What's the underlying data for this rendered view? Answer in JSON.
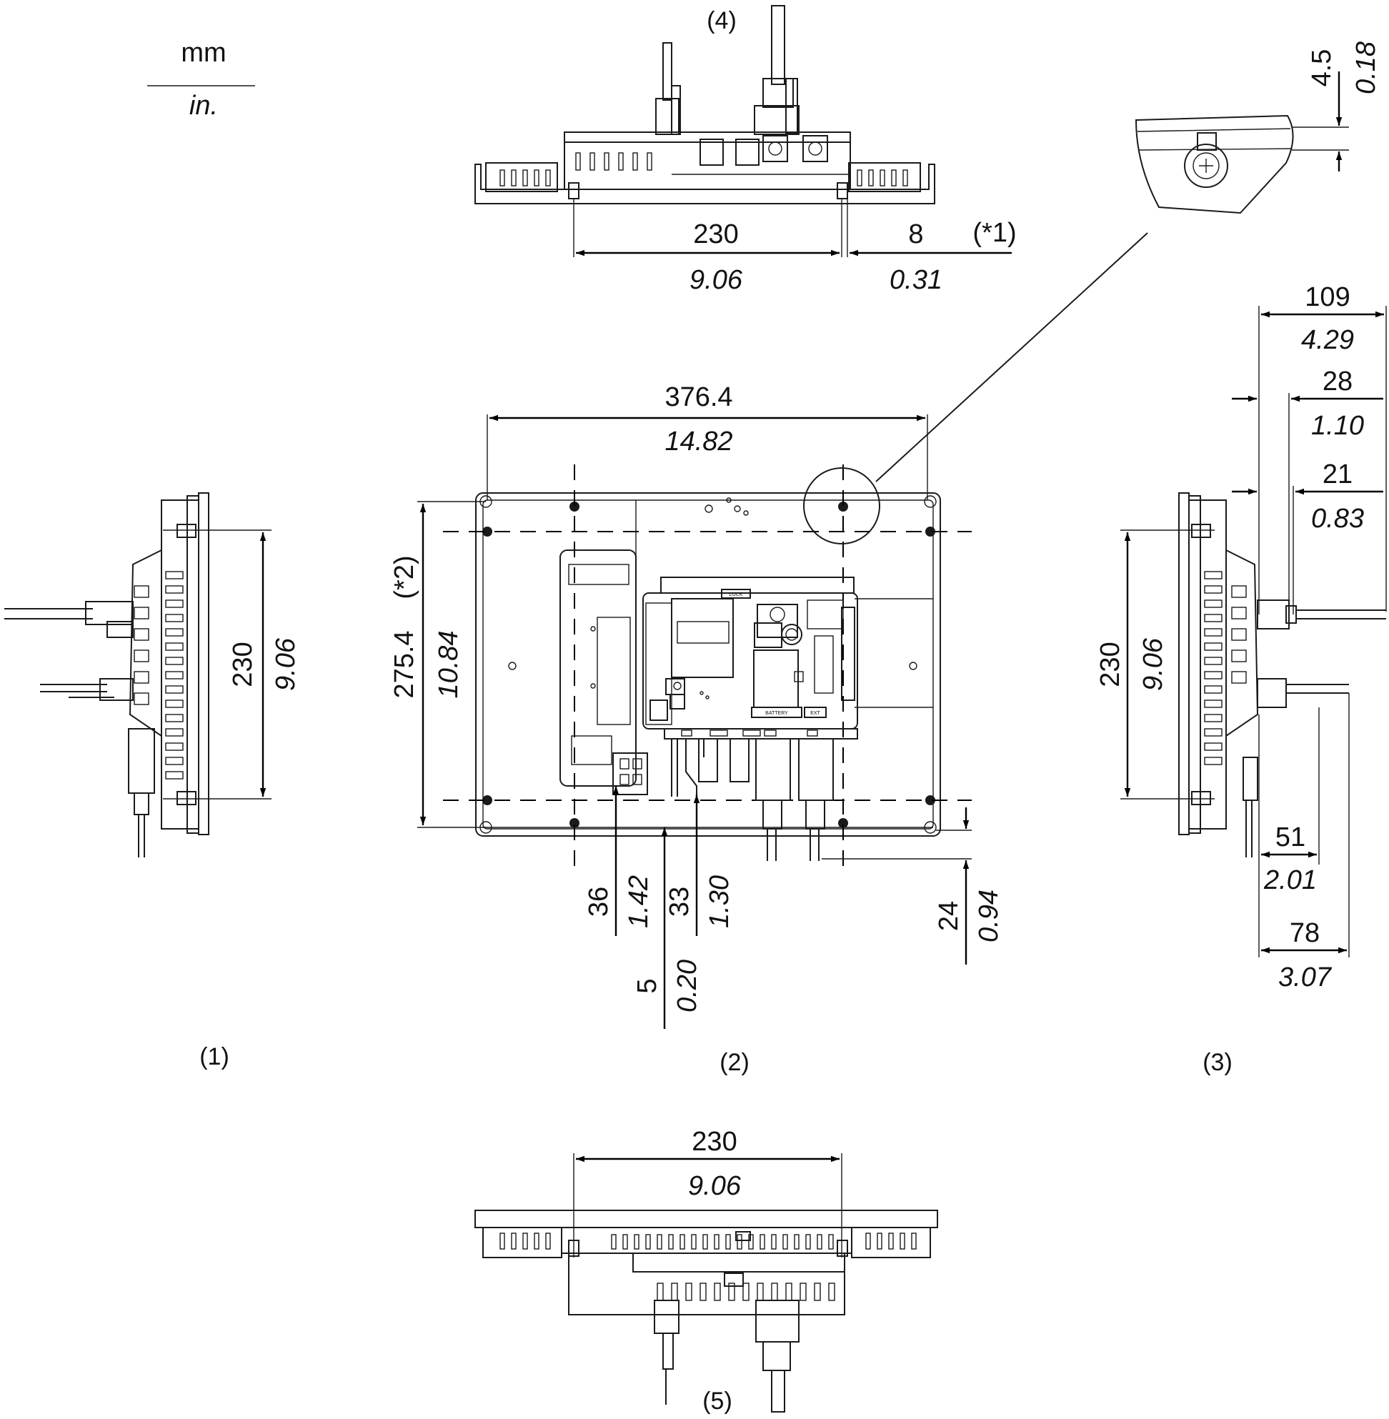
{
  "units": {
    "metric": "mm",
    "imperial": "in."
  },
  "views": {
    "v1": "(1)",
    "v2": "(2)",
    "v3": "(3)",
    "v4": "(4)",
    "v5": "(5)"
  },
  "top_view": {
    "width_mm": "230",
    "width_in": "9.06",
    "offset_mm": "8",
    "offset_in": "0.31",
    "note": "(*1)"
  },
  "detail": {
    "depth_mm": "4.5",
    "depth_in": "0.18"
  },
  "front_view": {
    "width_mm": "376.4",
    "width_in": "14.82",
    "height_mm": "275.4",
    "height_in": "10.84",
    "height_note": "(*2)",
    "d36_mm": "36",
    "d36_in": "1.42",
    "d33_mm": "33",
    "d33_in": "1.30",
    "d5_mm": "5",
    "d5_in": "0.20",
    "d24_mm": "24",
    "d24_in": "0.94",
    "panel_labels": {
      "lock": "LOCK",
      "battery": "BATTERY",
      "ext": "EXT"
    }
  },
  "left_view": {
    "height_mm": "230",
    "height_in": "9.06"
  },
  "right_view": {
    "height_mm": "230",
    "height_in": "9.06",
    "d109_mm": "109",
    "d109_in": "4.29",
    "d28_mm": "28",
    "d28_in": "1.10",
    "d21_mm": "21",
    "d21_in": "0.83",
    "d51_mm": "51",
    "d51_in": "2.01",
    "d78_mm": "78",
    "d78_in": "3.07"
  },
  "bottom_view": {
    "width_mm": "230",
    "width_in": "9.06"
  }
}
